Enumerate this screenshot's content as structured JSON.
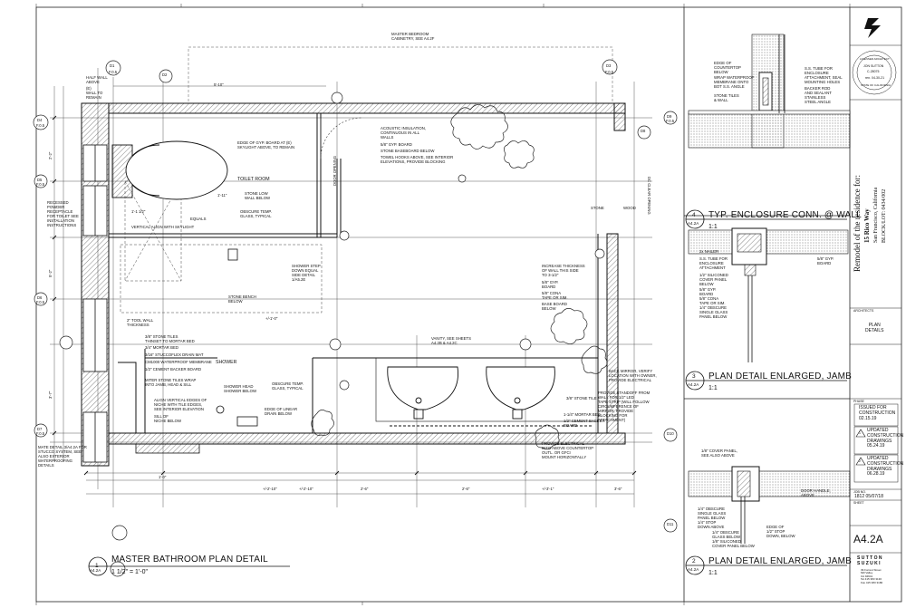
{
  "main_detail": {
    "title": "MASTER BATHROOM PLAN DETAIL",
    "scale": "1 1/2\" = 1'-0\"",
    "number": "1",
    "sheet": "A4.2A"
  },
  "room_labels": {
    "toilet_room": "TOILET ROOM",
    "shower": "SHOWER"
  },
  "notes": {
    "master_bedroom": "MASTER BEDROOM\nCABINETRY, SEE A4.2F",
    "acoustic": "ACOUSTIC INSULATION,\nCONTINUOUS IN ALL\nWALLS",
    "gyp_board": "5/8\" GYP. BOARD",
    "stone_baseboard": "STONE BASEBOARD BELOW",
    "towel_hooks": "TOWEL HOOKS ABOVE, SEE INTERIOR\nELEVATIONS, PROVIDE BLOCKING",
    "skylight": "EDGE OF GYP. BOARD AT (E)\nSKYLIGHT ABOVE, TO REMAIN",
    "stone_low_wall": "STONE LOW\nWALL BELOW",
    "obscure_temp": "OBSCURE TEMP.\nGLASS, TYPICAL",
    "equals": "EQUALS",
    "vertical_align": "VERTICAL ALIGN WITH SKYLIGHT",
    "recessed": "RECESSED\nPOWDER\nRECEPTACLE\nFOR TOILET SEE\nINSTALLATION\nINSTRUCTIONS",
    "shower_step": "SHOWER STEP\nDOWN EQUAL\nSIDE DETAIL\n1/A5.2E",
    "stone_bench": "STONE BENCH\nBELOW",
    "tool_wall": "2\" TOOL WALL\nTHICKNESS",
    "stone_tiles": "3/8\" STONE TILES\nTHINSET TO MORTAR BED",
    "mortar_bed": "3/4\" MORTAR BED",
    "stuccoflex": "3/16\" STUCCOFLEX DRAIN MAT",
    "waterproof": "CM1000 WATERPROOF MEMBRANE",
    "cement_board": "1/2\" CEMENT BACKER BOARD",
    "miter_tiles": "MITER STONE TILES WRAP\nINTO JAMB, HEAD & SILL",
    "align_vertical": "ALIGN VERTICAL EDGES OF\nNICHE WITH TILE EDGES,\nSEE INTERIOR ELEVATION",
    "sill_niche": "SILL OF\nNICHE BELOW",
    "shower_head": "SHOWER HEAD\nSHOWER BELOW",
    "obscure_temp2": "OBSCURE TEMP.\nGLASS, TYPICAL",
    "linear_drain": "EDGE OF LINEAR\nDRAIN BELOW",
    "stone": "STONE",
    "wood": "WOOD",
    "increase_thickness": "INCREASE THICKNESS\nOF WALL THIS SIDE\nTO 3-1/2\"",
    "gyp_board2": "5/8\" GYP.\nBOARD",
    "cmu_fill": "5/8\" CONA\nTAPE OR SIM.",
    "base_board": "BASE BOARD\nBELOW",
    "vanity": "VANITY, SEE SHEETS\nA4.2B & A4.2C",
    "mirror": "BACK MIRROR, VERIFY\nLOCATION WITH OWNER,\nPROVIDE ELECTRICAL",
    "provide_standoff": "PROVIDE STANDOFF FROM\nWALL FOR 1/2\" LED\nTAPE STRIP (WILL FOLLOW\nCIRCUMFERENCE OF\nMIRROR, PROVIDE\nBLOCKING FOR\nATTACHMENT)",
    "stone_tile2": "3/8\" STONE TILE",
    "mortar_bed2": "1-1/4\" MORTAR BED",
    "cement_backer": "1/2\" CEMENT BACKER\nBOARD",
    "provide_electrical": "PROVIDE ELECTRICAL\nINTO ABOVE COUNTERTOP\nOUTL. OR GFCI\nMOUNT HORIZONTALLY",
    "mate_detail": "MATE DETAIL 3/A4.2A FOR\nSTUCCO SYSTEM, SEE\nALSO EXTERIOR\nWATERPROOFING\nDETAILS",
    "half_wall": "HALF WALL\nABOVE",
    "remain": "(E)\nWALL TO\nREMAIN"
  },
  "dimensions": {
    "top": "5'-10\"",
    "left_a": "2'-2\"",
    "left_b": "5'-2\"",
    "left_c": "3'-7\"",
    "bottom_a": "1'-0\"",
    "bottom_b": "+/-2'-10\"",
    "bottom_c": "+/-2'-10\"",
    "bottom_d": "2'-6\"",
    "bottom_e": "2'-6\"",
    "bottom_f": "+/-3'-1\"",
    "bottom_g": "3'-6\"",
    "mid_a": "1'-11\"",
    "mid_b": "+/-1'-0\"",
    "mid_c": "1'-1 1/2\"",
    "door": "DOOR OPENING",
    "dc": "DC CLEAR OPENING"
  },
  "grid_bubbles": [
    "D1",
    "D2",
    "D3",
    "D4",
    "D5",
    "D6",
    "D7",
    "D8",
    "D9",
    "D10",
    "D11"
  ],
  "grid_refs": [
    "F.0.5",
    "F.0.5",
    "F.0.5",
    "F.0.5",
    "F.0.5",
    "F.0.5",
    "F.0.5"
  ],
  "detail_4": {
    "number": "4",
    "sheet": "A4.2A",
    "title": "TYP. ENCLOSURE CONN. @ WALL",
    "scale": "1:1",
    "notes": {
      "countertop": "EDGE OF\nCOUNTERTOP\nBELOW",
      "wrap": "WRAP WATERPROOF\nMEMBRANE ONTO\nBOT S.S. ANGLE",
      "stone_tiles": "STONE TILES\n& WALL",
      "ss_tube": "S.S. TUBE FOR\nENCLOSURE\nATTACHMENT, SEAL\nMOUNTING HOLES",
      "backer": "BACKER ROD\nAND SEALANT",
      "stainless": "STAINLESS\nSTEEL ANGLE"
    }
  },
  "detail_3": {
    "number": "3",
    "sheet": "A4.2A",
    "title": "PLAN DETAIL ENLARGED, JAMB",
    "scale": "1:1",
    "notes": {
      "nailer": "2x NAILER",
      "ss_tube": "S.S. TUBE FOR\nENCLOSURE\nATTACHMENT",
      "cover_panel": "1/2\" SILICONED\nCOVER PANEL\nBELOW",
      "gyp": "5/8\" GYP.\nBOARD",
      "tape": "5/8\" CONA\nTAPE OR SIM.",
      "obscure": "1/4\" OBSCURE\nSINGLE GLASS\nPANEL BELOW",
      "gyp2": "5/8\" GYP.\nBOARD"
    }
  },
  "detail_2": {
    "number": "2",
    "sheet": "A4.2A",
    "title": "PLAN DETAIL ENLARGED, JAMB",
    "scale": "1:1",
    "notes": {
      "cover_panel": "1/8\" COVER PANEL,\nSEE ALSO ABOVE",
      "door_handle": "DOOR HANDLE,\nABOVE",
      "obscure": "1/4\" OBSCURE\nSINGLE GLASS\nPANEL BELOW\n1/4\" STOP\nDOWN ABOVE",
      "siliconed": "1/8\" SILICONED\nCOVER PANEL BELOW",
      "glass": "1/4\" OBSCURE\nGLASS BELOW",
      "stop": "EDGE OF\n1/2\" STOP\nDOWN, BELOW"
    }
  },
  "title_block": {
    "project_line1": "Remodel of the residence for:",
    "project_line2": "15 Rico Way",
    "project_line3": "San Francisco, California",
    "project_line4": "BLOCK/LOT: 0434/002",
    "stamp_text": [
      "LICENSED ARCHITECT",
      "JON SUTTON",
      "C-28075",
      "ren. 04-30-21",
      "STATE OF CALIFORNIA"
    ],
    "sheet_title": "PLAN\nDETAILS",
    "issue1": "ISSUED FOR\nCONSTRUCTION\n02.15.19",
    "rev1_tag": "1",
    "rev1": "UPDATED\nCONSTRUCTION\nDRAWINGS\n05.24.19",
    "rev2_tag": "2",
    "rev2": "UPDATED\nCONSTRUCTION\nDRAWINGS\n06.28.19",
    "job": "1812  05/07/18",
    "sheet_number": "A4.2A",
    "firm": "S U T T O N\nS U Z U K I",
    "firm_address": "39 Forrest Street\nMill Valley\nCA 94941\nTel 415 383 3130\nFax 415 383 3180",
    "small_labels": [
      "ARCHITECTS",
      "PHASE",
      "SHEET",
      "JOB NO."
    ]
  }
}
